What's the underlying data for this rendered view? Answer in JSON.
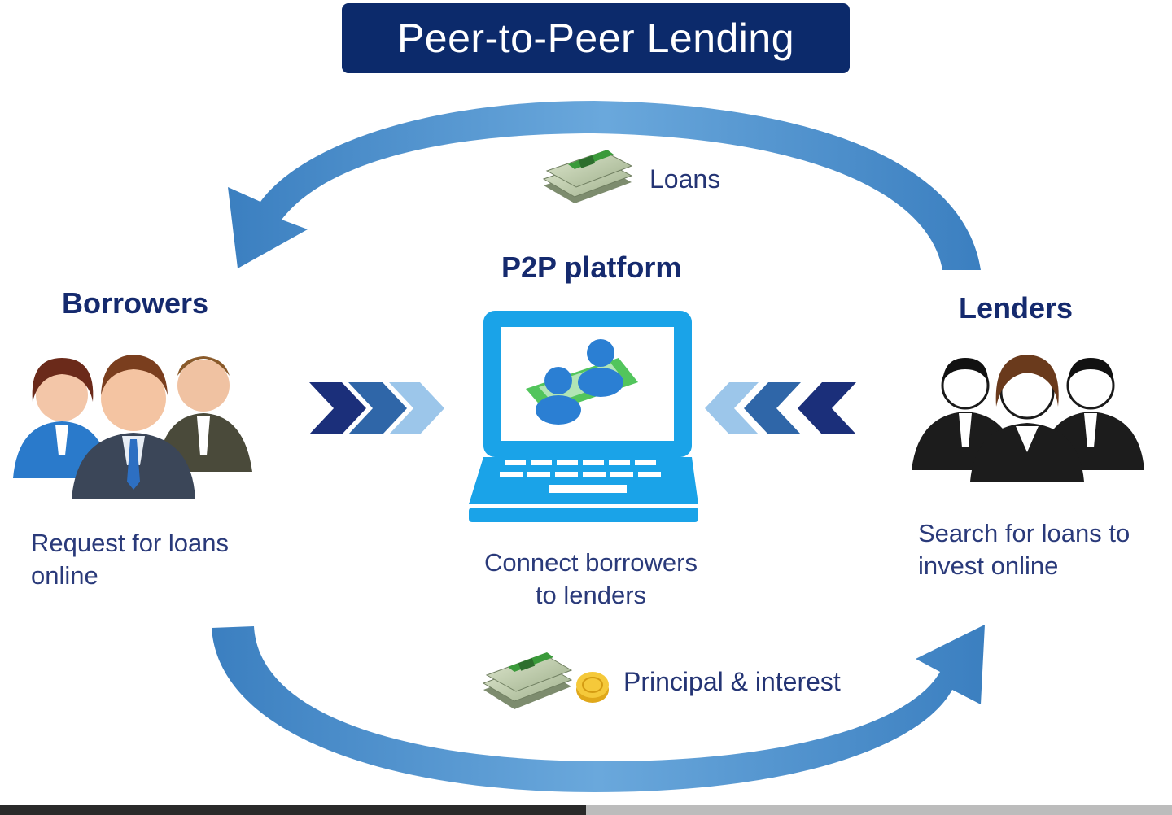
{
  "title": "Peer-to-Peer Lending",
  "platform": {
    "heading": "P2P platform",
    "description_line1": "Connect borrowers",
    "description_line2": "to lenders"
  },
  "borrowers": {
    "heading": "Borrowers",
    "description_line1": "Request for loans",
    "description_line2": "online"
  },
  "lenders": {
    "heading": "Lenders",
    "description_line1": "Search for loans to",
    "description_line2": "invest online"
  },
  "flows": {
    "top_label": "Loans",
    "bottom_label": "Principal & interest"
  },
  "icons": {
    "money": "money-stack-icon",
    "coin": "coin-icon",
    "laptop": "laptop-icon",
    "borrowers": "borrowers-group-icon",
    "lenders": "lenders-group-icon"
  },
  "colors": {
    "title_bg": "#0c2a6b",
    "arc_blue": "#3f86c4",
    "laptop_blue": "#1aa3e8",
    "chevron_dark": "#1b2f7a",
    "chevron_mid": "#2f66a8",
    "chevron_light": "#9cc6ea"
  }
}
